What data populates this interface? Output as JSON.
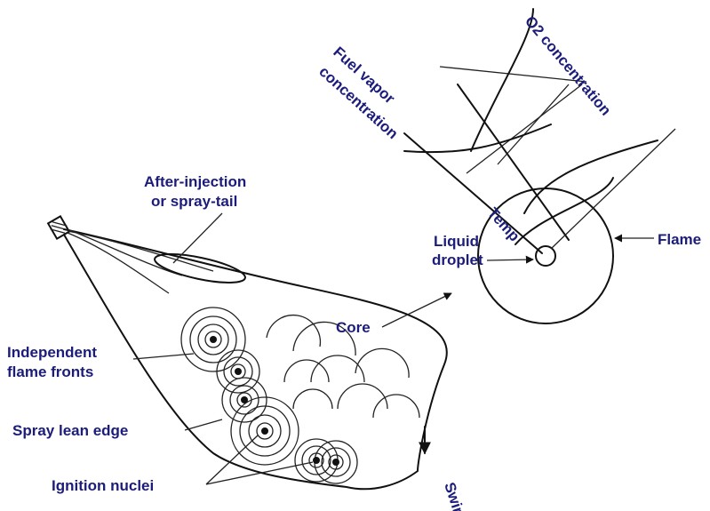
{
  "labels": {
    "o2_concentration": "O2 concentration",
    "fuel_vapor_line1": "Fuel vapor",
    "fuel_vapor_line2": "concentration",
    "temp": "Temp",
    "liquid_line1": "Liquid",
    "liquid_line2": "droplet",
    "flame": "Flame",
    "after_injection_line1": "After-injection",
    "after_injection_line2": "or spray-tail",
    "core": "Core",
    "independent_line1": "Independent",
    "independent_line2": "flame fronts",
    "spray_lean_edge": "Spray lean edge",
    "ignition_nuclei": "Ignition nuclei",
    "swirl": "Swirl"
  },
  "colors": {
    "label": "#1c1c7a",
    "line": "#111111"
  }
}
